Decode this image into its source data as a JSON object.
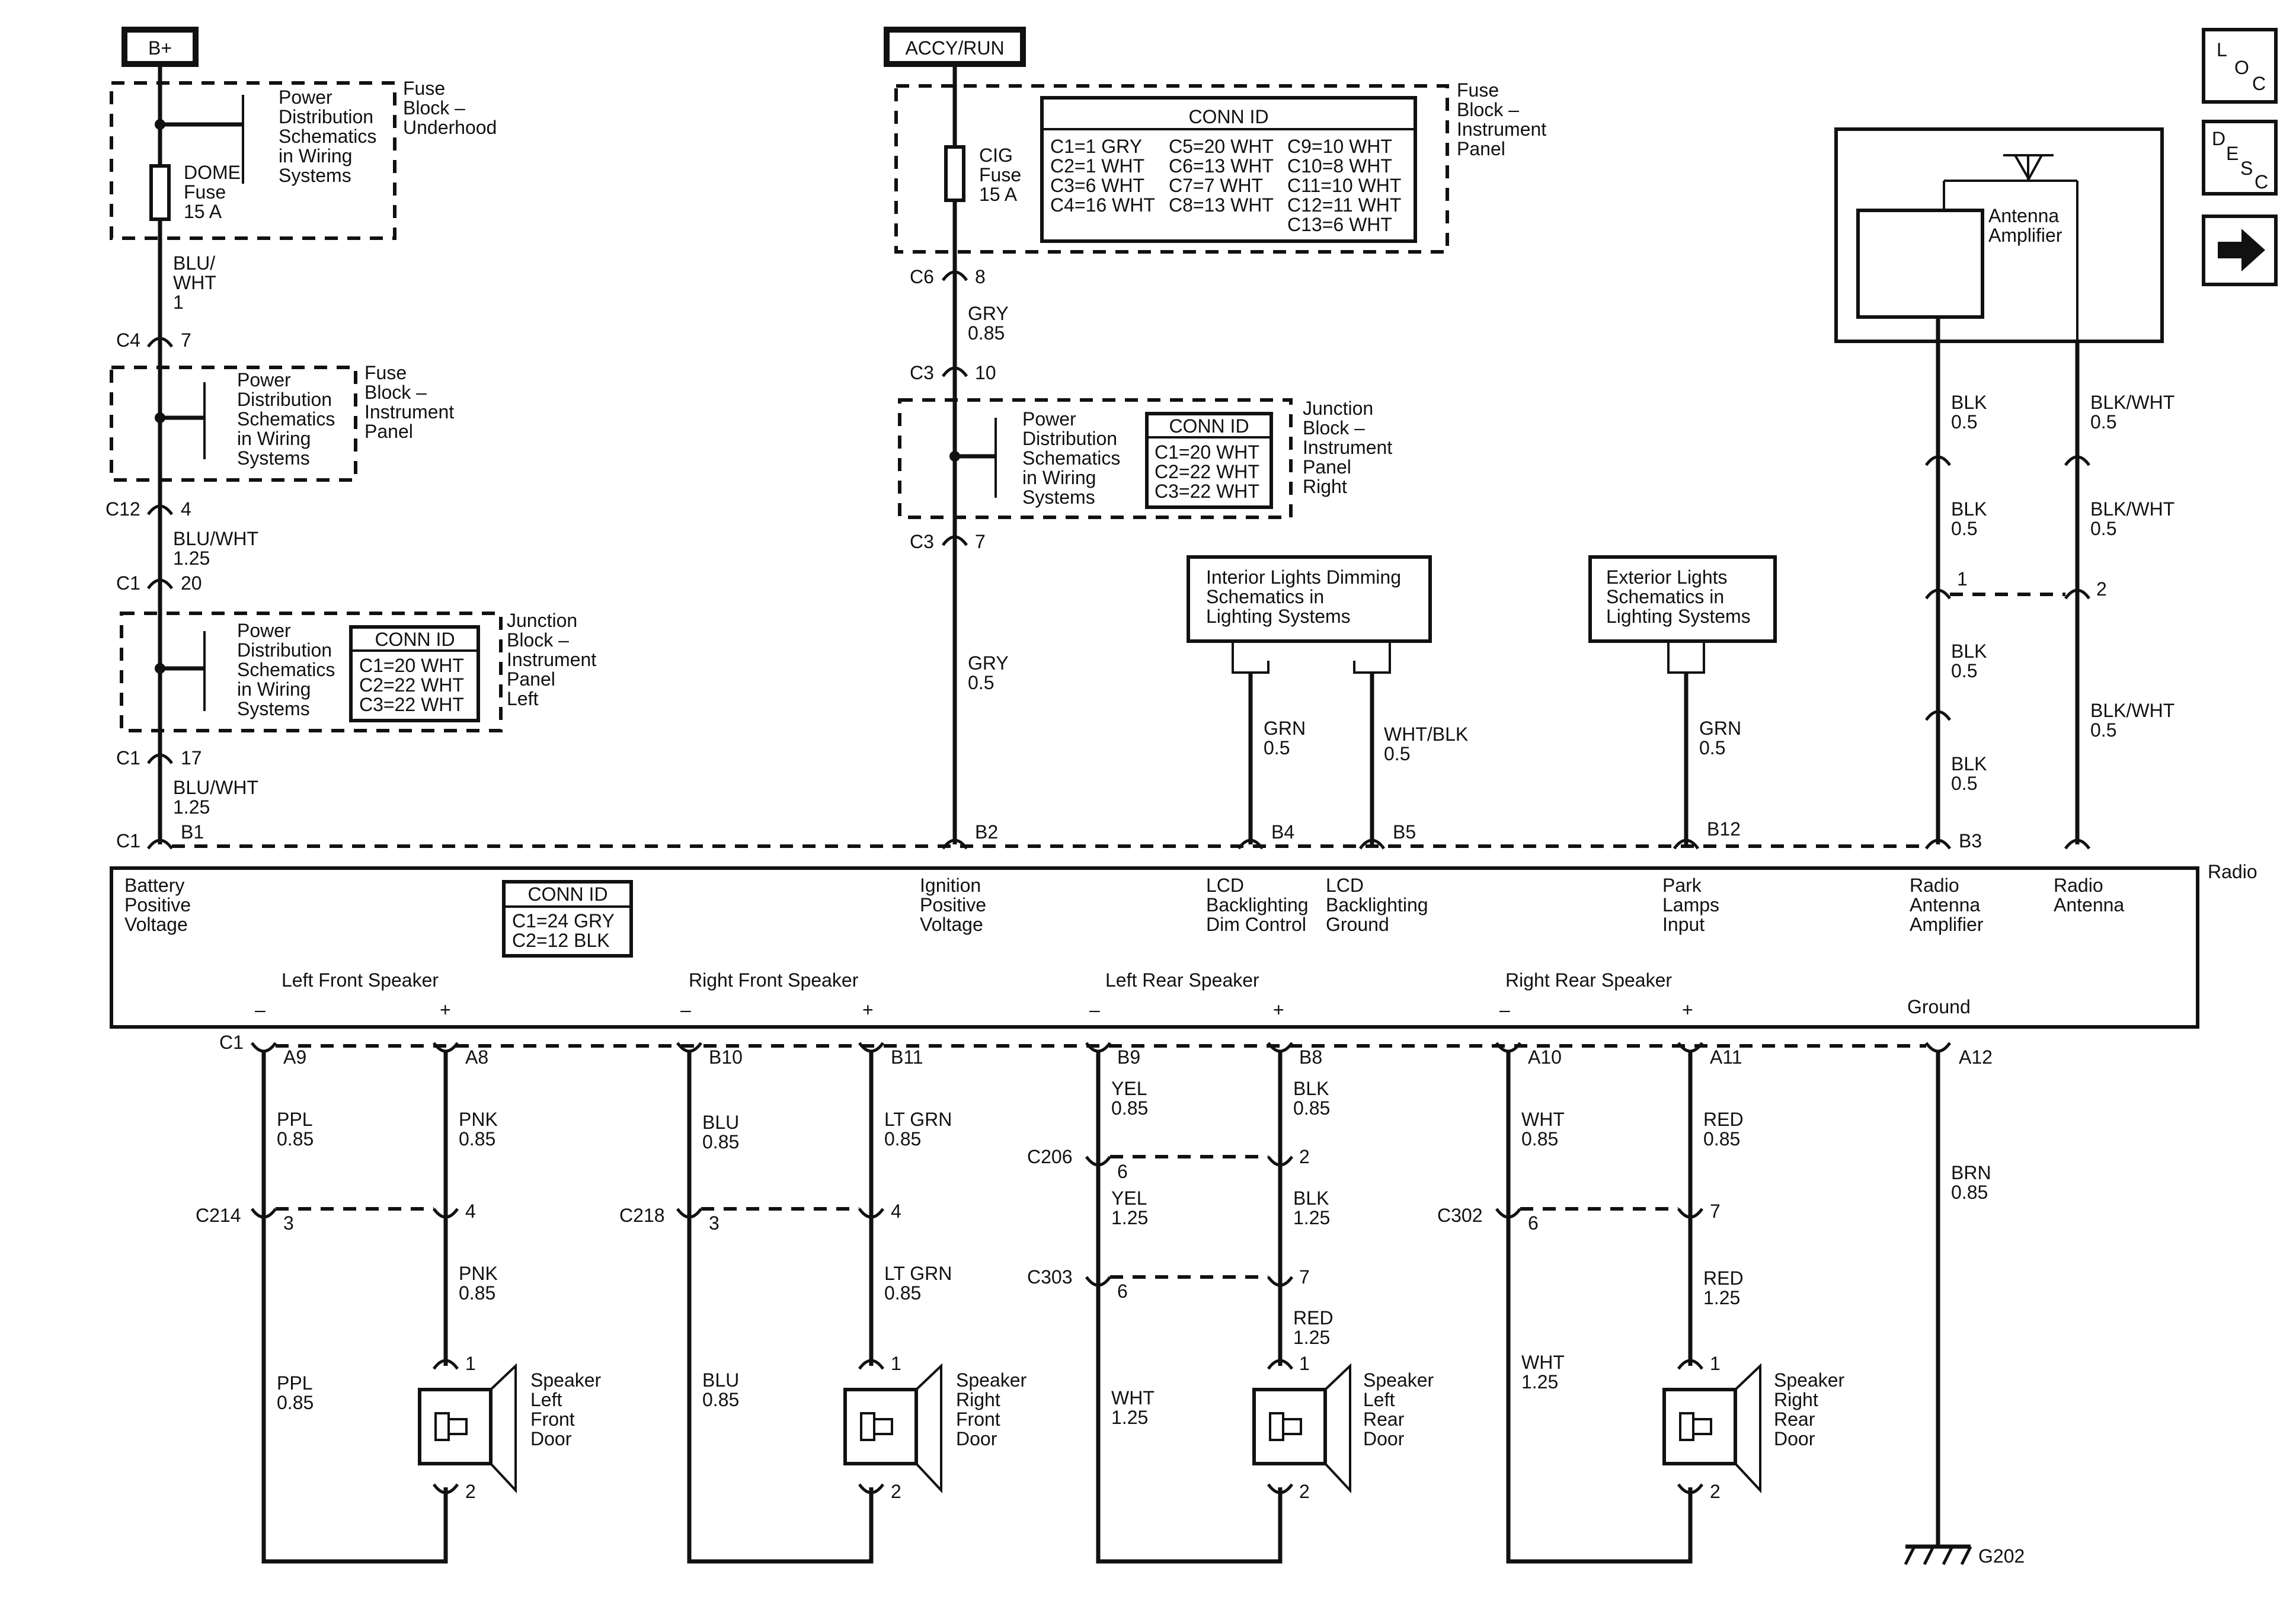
{
  "power_sources": {
    "bplus": "B+",
    "accy_run": "ACCY/RUN"
  },
  "nav_icons": {
    "loc": [
      "L",
      "O",
      "C"
    ],
    "desc": [
      "D",
      "E",
      "S",
      "C"
    ],
    "arrow": "right-arrow-icon"
  },
  "fuse_blocks": {
    "underhood": {
      "schematic_ref": [
        "Power",
        "Distribution",
        "Schematics",
        "in Wiring",
        "Systems"
      ],
      "name": [
        "Fuse",
        "Block –",
        "Underhood"
      ],
      "fuse": [
        "DOME",
        "Fuse",
        "15 A"
      ]
    },
    "ip_left_col": {
      "schematic_ref": [
        "Power",
        "Distribution",
        "Schematics",
        "in Wiring",
        "Systems"
      ],
      "name": [
        "Fuse",
        "Block –",
        "Instrument",
        "Panel"
      ]
    },
    "ip_center": {
      "name": [
        "Fuse",
        "Block –",
        "Instrument",
        "Panel"
      ],
      "fuse": [
        "CIG",
        "Fuse",
        "15 A"
      ],
      "conn_id": {
        "title": "CONN ID",
        "col1": [
          "C1=1 GRY",
          "C2=1 WHT",
          "C3=6 WHT",
          "C4=16 WHT"
        ],
        "col2": [
          "C5=20 WHT",
          "C6=13 WHT",
          "C7=7 WHT",
          "C8=13 WHT"
        ],
        "col3": [
          "C9=10 WHT",
          "C10=8 WHT",
          "C11=10 WHT",
          "C12=11 WHT",
          "C13=6 WHT"
        ]
      }
    }
  },
  "junction_blocks": {
    "left": {
      "schematic_ref": [
        "Power",
        "Distribution",
        "Schematics",
        "in Wiring",
        "Systems"
      ],
      "name": [
        "Junction",
        "Block –",
        "Instrument",
        "Panel",
        "Left"
      ],
      "conn_id": {
        "title": "CONN ID",
        "rows": [
          "C1=20 WHT",
          "C2=22 WHT",
          "C3=22 WHT"
        ]
      }
    },
    "right": {
      "schematic_ref": [
        "Power",
        "Distribution",
        "Schematics",
        "in Wiring",
        "Systems"
      ],
      "name": [
        "Junction",
        "Block –",
        "Instrument",
        "Panel",
        "Right"
      ],
      "conn_id": {
        "title": "CONN ID",
        "rows": [
          "C1=20 WHT",
          "C2=22 WHT",
          "C3=22 WHT"
        ]
      }
    }
  },
  "ref_boxes": {
    "interior": [
      "Interior Lights Dimming",
      "Schematics in",
      "Lighting Systems"
    ],
    "exterior": [
      "Exterior Lights",
      "Schematics in",
      "Lighting Systems"
    ]
  },
  "antenna": {
    "label": [
      "Antenna",
      "Amplifier"
    ]
  },
  "radio": {
    "title": "Radio",
    "conn_id": {
      "title": "CONN ID",
      "rows": [
        "C1=24 GRY",
        "C2=12 BLK"
      ]
    },
    "inputs": {
      "battery": [
        "Battery",
        "Positive",
        "Voltage"
      ],
      "ignition": [
        "Ignition",
        "Positive",
        "Voltage"
      ],
      "lcd_dim": [
        "LCD",
        "Backlighting",
        "Dim Control"
      ],
      "lcd_gnd": [
        "LCD",
        "Backlighting",
        "Ground"
      ],
      "park": [
        "Park",
        "Lamps",
        "Input"
      ],
      "ant_amp": [
        "Radio",
        "Antenna",
        "Amplifier"
      ],
      "ant": [
        "Radio",
        "Antenna"
      ]
    },
    "speakers": {
      "lf": "Left Front Speaker",
      "rf": "Right Front Speaker",
      "lr": "Left Rear Speaker",
      "rr": "Right Rear Speaker"
    },
    "minus": "–",
    "plus": "+",
    "ground": "Ground"
  },
  "connectors": {
    "c4": "C4",
    "c4_pin": "7",
    "c12": "C12",
    "c12_pin": "4",
    "c1a": "C1",
    "c1a_pin": "20",
    "c1b": "C1",
    "c1b_pin": "17",
    "c1c": "C1",
    "b1": "B1",
    "c6": "C6",
    "c6_pin": "8",
    "c3a": "C3",
    "c3a_pin": "10",
    "c3b": "C3",
    "c3b_pin": "7",
    "b2": "B2",
    "b4": "B4",
    "b5": "B5",
    "b12": "B12",
    "b3": "B3",
    "inline1": "1",
    "inline2": "2",
    "c1d": "C1",
    "a9": "A9",
    "a8": "A8",
    "b10": "B10",
    "b11": "B11",
    "b9": "B9",
    "b8": "B8",
    "a10": "A10",
    "a11": "A11",
    "a12": "A12",
    "c214": "C214",
    "c214_a": "3",
    "c214_b": "4",
    "c218": "C218",
    "c218_a": "3",
    "c218_b": "4",
    "c206": "C206",
    "c206_a": "6",
    "c206_b": "2",
    "c303": "C303",
    "c303_a": "6",
    "c303_b": "7",
    "c302": "C302",
    "c302_a": "6",
    "c302_b": "7",
    "spk_pin1": "1",
    "spk_pin2": "2",
    "g202": "G202"
  },
  "wires": {
    "w1": [
      "BLU/",
      "WHT",
      "1"
    ],
    "w2": [
      "BLU/WHT",
      "1.25"
    ],
    "w3": [
      "BLU/WHT",
      "1.25"
    ],
    "gry085": [
      "GRY",
      "0.85"
    ],
    "gry05": [
      "GRY",
      "0.5"
    ],
    "grn05a": [
      "GRN",
      "0.5"
    ],
    "whtblk05": [
      "WHT/BLK",
      "0.5"
    ],
    "grn05b": [
      "GRN",
      "0.5"
    ],
    "blk05a": [
      "BLK",
      "0.5"
    ],
    "blk05b": [
      "BLK",
      "0.5"
    ],
    "blk05c": [
      "BLK",
      "0.5"
    ],
    "blk05d": [
      "BLK",
      "0.5"
    ],
    "bw05a": [
      "BLK/WHT",
      "0.5"
    ],
    "bw05b": [
      "BLK/WHT",
      "0.5"
    ],
    "bw05c": [
      "BLK/WHT",
      "0.5"
    ],
    "ppl085": [
      "PPL",
      "0.85"
    ],
    "pnk085a": [
      "PNK",
      "0.85"
    ],
    "pnk085b": [
      "PNK",
      "0.85"
    ],
    "ppl085b": [
      "PPL",
      "0.85"
    ],
    "blu085a": [
      "BLU",
      "0.85"
    ],
    "blu085b": [
      "BLU",
      "0.85"
    ],
    "ltgrn085a": [
      "LT GRN",
      "0.85"
    ],
    "ltgrn085b": [
      "LT GRN",
      "0.85"
    ],
    "yel085": [
      "YEL",
      "0.85"
    ],
    "yel125": [
      "YEL",
      "1.25"
    ],
    "wht125a": [
      "WHT",
      "1.25"
    ],
    "blk085": [
      "BLK",
      "0.85"
    ],
    "blk125": [
      "BLK",
      "1.25"
    ],
    "red125a": [
      "RED",
      "1.25"
    ],
    "wht085": [
      "WHT",
      "0.85"
    ],
    "wht125b": [
      "WHT",
      "1.25"
    ],
    "red085": [
      "RED",
      "0.85"
    ],
    "red125b": [
      "RED",
      "1.25"
    ],
    "brn085": [
      "BRN",
      "0.85"
    ]
  },
  "speakers": {
    "lf": [
      "Speaker",
      "Left",
      "Front",
      "Door"
    ],
    "rf": [
      "Speaker",
      "Right",
      "Front",
      "Door"
    ],
    "lr": [
      "Speaker",
      "Left",
      "Rear",
      "Door"
    ],
    "rr": [
      "Speaker",
      "Right",
      "Rear",
      "Door"
    ]
  }
}
